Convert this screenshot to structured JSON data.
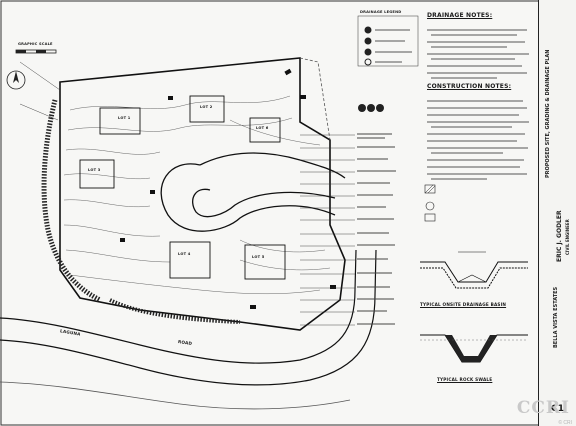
{
  "plan": {
    "graphic_scale_label": "GRAPHIC SCALE",
    "lot_labels": [
      "LOT 1",
      "LOT 2",
      "LOT 3",
      "LOT 4",
      "LOT 5",
      "LOT 6"
    ],
    "road_label": "ROAD",
    "lagoon_label": "LAGUNA"
  },
  "legend": {
    "title": "DRAINAGE LEGEND"
  },
  "drainage_notes": {
    "heading": "DRAINAGE NOTES:"
  },
  "construction_notes": {
    "heading": "CONSTRUCTION NOTES:"
  },
  "details": {
    "onsite_basin_title": "TYPICAL ONSITE DRAINAGE BASIN",
    "rock_swale_title": "TYPICAL ROCK SWALE"
  },
  "title_block": {
    "plan_title": "PROPOSED SITE, GRADING & DRAINAGE PLAN",
    "engineer": "ERIC J. GODLER",
    "engineer_sub": "CIVIL ENGINEER",
    "project": "BELLA VISTA ESTATES",
    "sheet": "C1"
  },
  "watermark": {
    "logo_text": "CCRI",
    "copyright": "© CRI"
  }
}
